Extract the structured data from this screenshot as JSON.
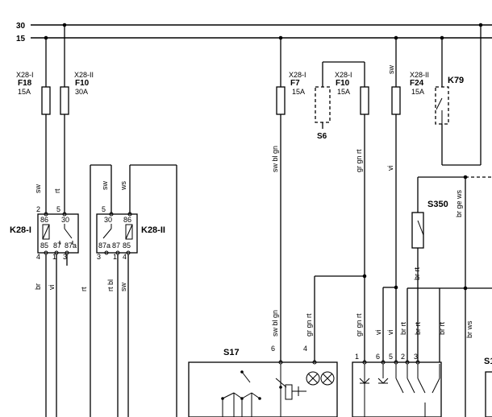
{
  "buses": [
    {
      "id": "30",
      "label": "30"
    },
    {
      "id": "15",
      "label": "15"
    }
  ],
  "fuses": [
    {
      "id": "F18",
      "connector": "X28-I",
      "name": "F18",
      "rating": "15A"
    },
    {
      "id": "F10a",
      "connector": "X28-II",
      "name": "F10",
      "rating": "30A"
    },
    {
      "id": "F7",
      "connector": "X28-I",
      "name": "F7",
      "rating": "15A"
    },
    {
      "id": "F10b",
      "connector": "X28-I",
      "name": "F10",
      "rating": "15A"
    },
    {
      "id": "F24",
      "connector": "X28-II",
      "name": "F24",
      "rating": "15A"
    }
  ],
  "components": {
    "K79": "K79",
    "S6": "S6",
    "S350": "S350",
    "K28_I": "K28-I",
    "K28_II": "K28-II",
    "S17": "S17",
    "S1_partial": "S1"
  },
  "relay_pins": {
    "k1": {
      "t2": "2",
      "t5": "5",
      "t86": "86",
      "t30": "30",
      "t85": "85",
      "t87": "87",
      "t87a": "87a",
      "b4": "4",
      "b1": "1",
      "b3": "3"
    },
    "k2": {
      "t5": "5",
      "t30": "30",
      "t86": "86",
      "t87a": "87a",
      "t87": "87",
      "t85": "85",
      "b3": "3",
      "b1": "1",
      "b4": "4"
    }
  },
  "wire_colors": {
    "sw_top_f18": "sw",
    "rt_top_f10": "rt",
    "sw_relay2": "sw",
    "ws_relay2": "ws",
    "sw_f24_top": "sw",
    "sw_bl_gn_f7": "sw bl gn",
    "gr_gn_rt_f10": "gr gn rt",
    "vi_f24": "vi",
    "br_ge_ws": "br ge ws",
    "br_k1": "br",
    "vi_k1": "vi",
    "rt_left": "rt",
    "rt_bl_k2": "rt bl",
    "sw_k2": "sw",
    "br_rt_s350": "br rt",
    "sw_bl_gn_s17": "sw bl gn",
    "gr_gn_rt_s17": "gr gn rt",
    "gr_gn_rt_s1": "gr gn rt",
    "vi_a": "vi",
    "vi_b": "vi",
    "br_rt_a": "br rt",
    "br_rt_b": "br rt",
    "br_rt_c": "br rt",
    "br_ws": "br ws"
  },
  "s17_pins": {
    "p6": "6",
    "p4": "4"
  },
  "s1_pins": {
    "p1": "1",
    "p6": "6",
    "p5": "5",
    "p2": "2",
    "p3": "3"
  }
}
